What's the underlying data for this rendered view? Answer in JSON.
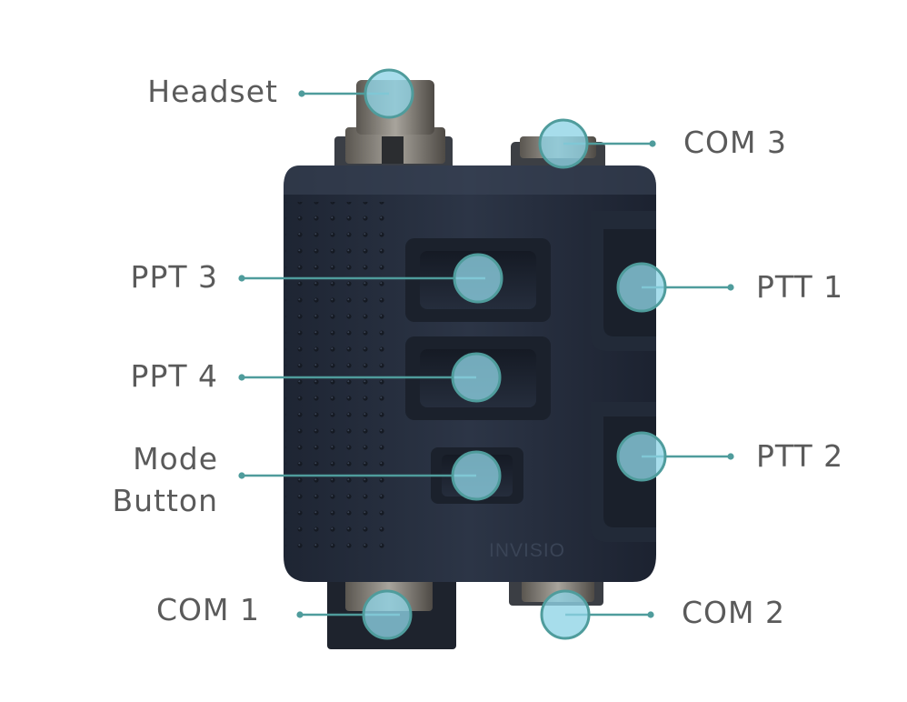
{
  "device": {
    "brand_text": "INVISIO"
  },
  "colors": {
    "leader": "#4f9c9c",
    "callout_fill": "#8ed3e6",
    "callout_ring": "#4f9c9c",
    "label": "#5a5a5a",
    "body": "#2a3344"
  },
  "callouts": {
    "headset": {
      "label": "Headset"
    },
    "com3": {
      "label": "COM 3"
    },
    "ppt3": {
      "label": "PPT 3"
    },
    "ptt1": {
      "label": "PTT 1"
    },
    "ppt4": {
      "label": "PPT 4"
    },
    "mode": {
      "line1": "Mode",
      "line2": "Button"
    },
    "ptt2": {
      "label": "PTT 2"
    },
    "com1": {
      "label": "COM 1"
    },
    "com2": {
      "label": "COM 2"
    }
  }
}
